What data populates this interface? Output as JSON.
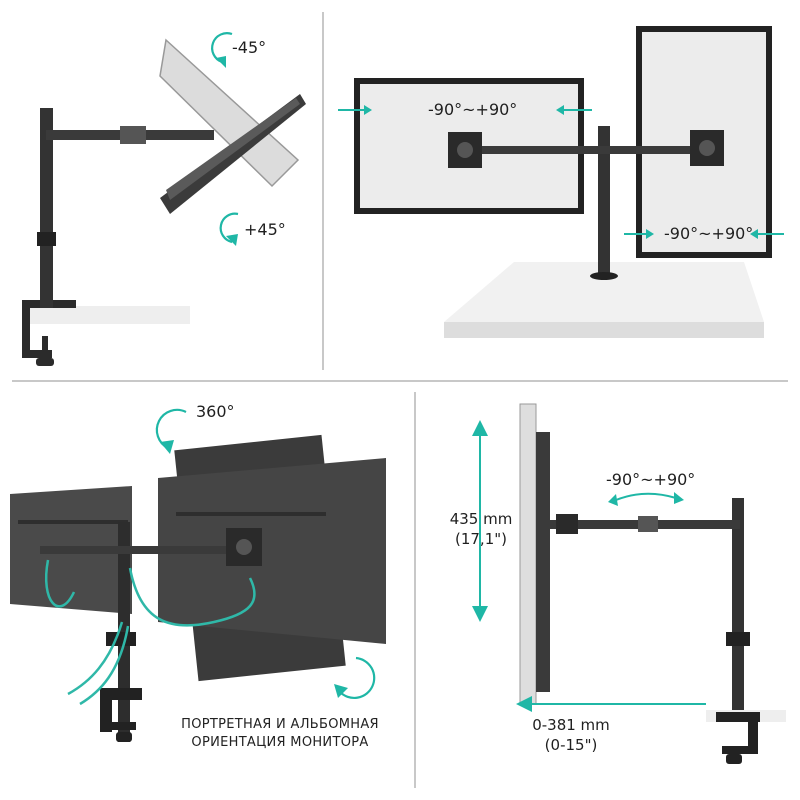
{
  "accent_color": "#1fb7a6",
  "panels": {
    "tilt": {
      "angle_top": "-45°",
      "angle_bottom": "+45°"
    },
    "swivel": {
      "angle_left": "-90°~+90°",
      "angle_right": "-90°~+90°"
    },
    "rotation": {
      "angle": "360°",
      "caption_line1": "ПОРТРЕТНАЯ И АЛЬБОМНАЯ",
      "caption_line2": "ОРИЕНТАЦИЯ МОНИТОРА"
    },
    "dimensions": {
      "swivel_angle": "-90°~+90°",
      "height_mm": "435 mm",
      "height_in": "(17,1\")",
      "reach_mm": "0-381 mm",
      "reach_in": "(0-15\")"
    }
  },
  "icons": [
    "rotate-ccw-arrow-icon",
    "rotate-cw-arrow-icon",
    "double-arrow-icon",
    "vertical-arrow-icon",
    "horizontal-arrow-icon"
  ]
}
